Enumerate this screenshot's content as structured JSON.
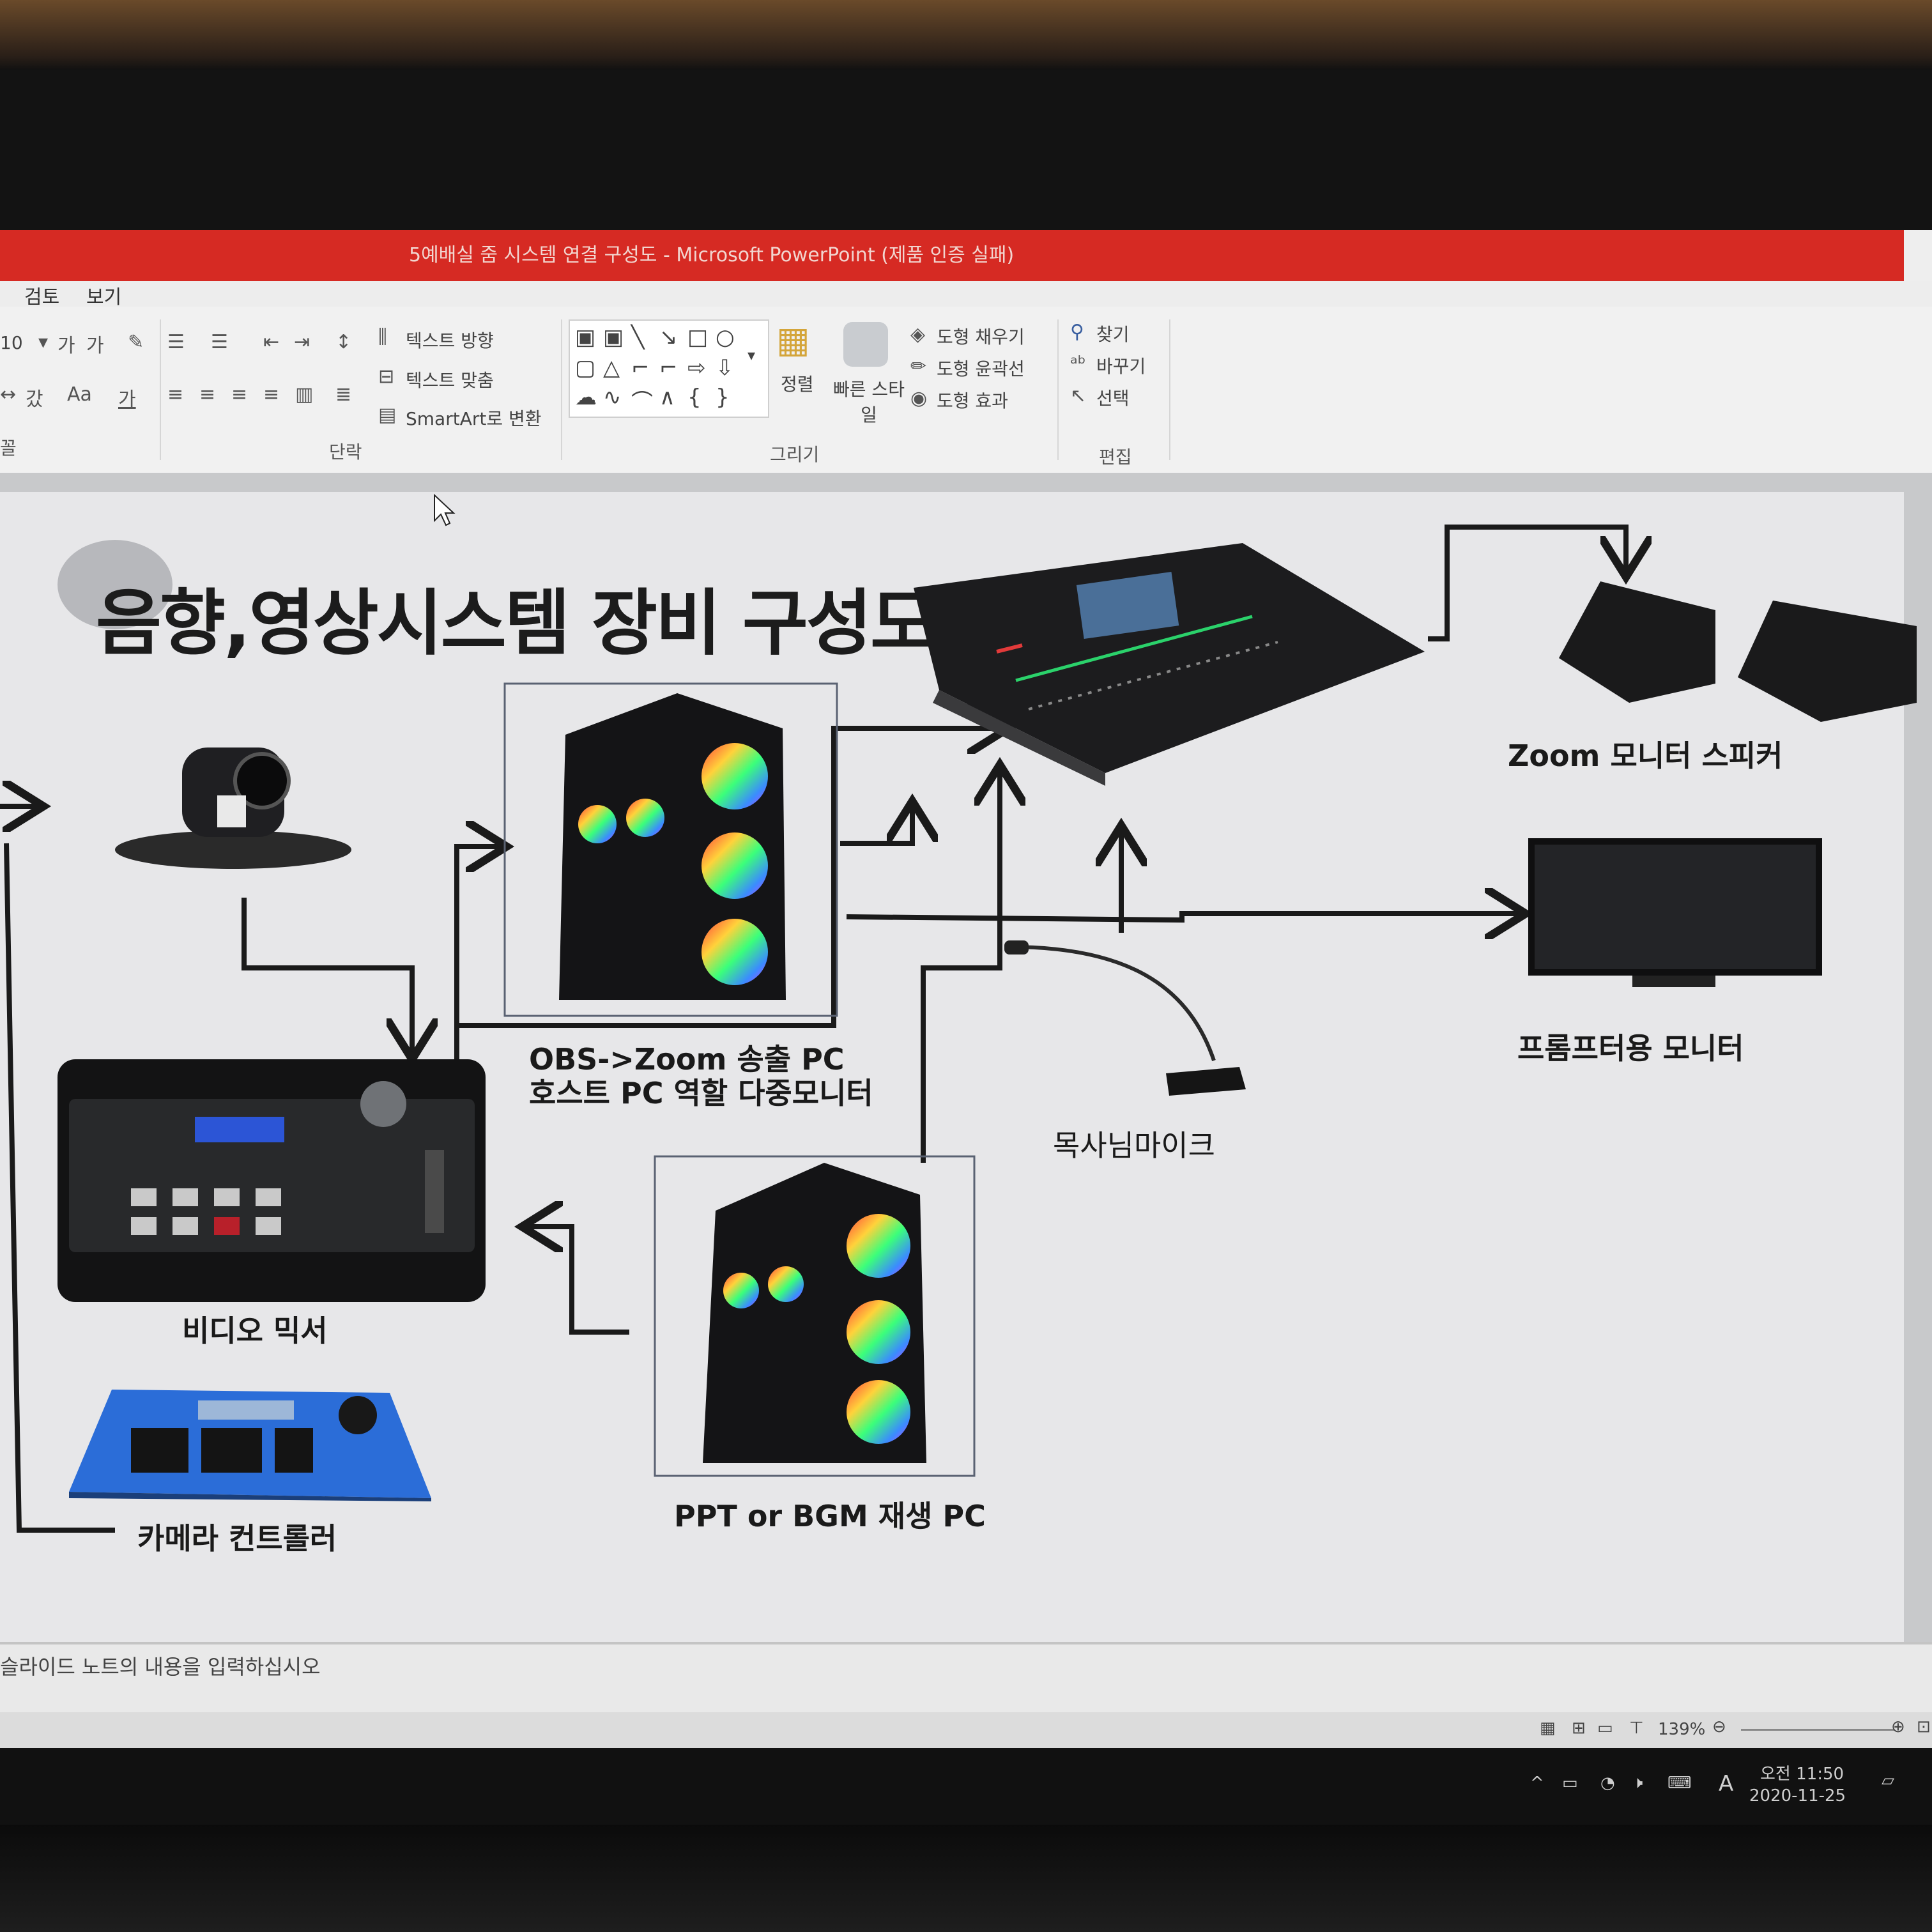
{
  "window": {
    "title": "5예배실 줌 시스템 연결 구성도 - Microsoft PowerPoint (제품 인증 실패)"
  },
  "menu": {
    "items": [
      "검토",
      "보기"
    ]
  },
  "ribbon": {
    "font_size": "10",
    "paragraph": {
      "text_direction": "텍스트 방향",
      "text_align": "텍스트 맞춤",
      "smartart": "SmartArt로 변환",
      "group_label": "단락"
    },
    "drawing": {
      "arrange": "정렬",
      "quick_styles": "빠른 스타일",
      "shape_fill": "도형 채우기",
      "shape_outline": "도형 윤곽선",
      "shape_effects": "도형 효과",
      "group_label": "그리기"
    },
    "editing": {
      "find": "찾기",
      "replace": "바꾸기",
      "select": "선택",
      "group_label": "편집"
    },
    "font_group_label": "꼴"
  },
  "slide": {
    "title": "음향,영상시스템 장비 구성도",
    "labels": {
      "zoom_speakers": "Zoom 모니터 스피커",
      "prompter_monitor": "프롬프터용 모니터",
      "obs_pc_line1": "OBS->Zoom 송출 PC",
      "obs_pc_line2": "호스트 PC 역할 다중모니터",
      "pastor_mic": "목사님마이크",
      "video_mixer": "비디오 믹서",
      "ppt_pc": "PPT or BGM 재생 PC",
      "camera_controller": "카메라 컨트롤러"
    },
    "device_icons": [
      "ptz-camera-icon",
      "desktop-pc-icon",
      "audio-mixer-icon",
      "monitor-speaker-icon",
      "tv-monitor-icon",
      "gooseneck-mic-icon",
      "video-mixer-icon",
      "camera-controller-icon"
    ]
  },
  "notes": {
    "placeholder": "슬라이드 노트의 내용을 입력하십시오"
  },
  "status": {
    "zoom": "139%"
  },
  "taskbar": {
    "ime": "A",
    "time": "오전 11:50",
    "date": "2020-11-25"
  },
  "colors": {
    "titlebar": "#d62a23",
    "slide_bg": "#e7e7e9",
    "wire": "#1a1a1a"
  }
}
